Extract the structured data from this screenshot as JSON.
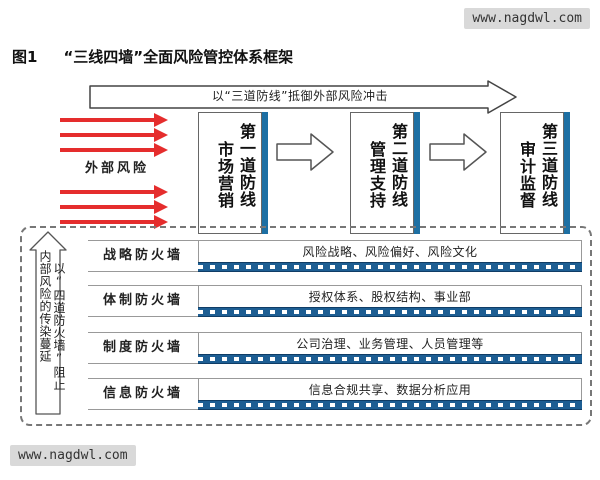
{
  "watermark": {
    "top": "www.nagdwl.com",
    "bottom": "www.nagdwl.com"
  },
  "figure": {
    "number": "图1",
    "title": "“三线四墙”全面风险管控体系框架"
  },
  "top_arrow": {
    "text": "以“三道防线”抵御外部风险冲击"
  },
  "external_risk": {
    "label": "外部风险",
    "arrow_color": "#e52d2d"
  },
  "defense_lines": [
    {
      "title": "第一道防线",
      "sub": "市场营销"
    },
    {
      "title": "第二道防线",
      "sub": "管理支持"
    },
    {
      "title": "第三道防线",
      "sub": "审计监督"
    }
  ],
  "side_note": {
    "line_a": "内部风险的传染蔓延",
    "line_b": "以“四道防火墙”阻止"
  },
  "firewalls": [
    {
      "label": "战略防火墙",
      "desc": "风险战略、风险偏好、风险文化"
    },
    {
      "label": "体制防火墙",
      "desc": "授权体系、股权结构、事业部"
    },
    {
      "label": "制度防火墙",
      "desc": "公司治理、业务管理、人员管理等"
    },
    {
      "label": "信息防火墙",
      "desc": "信息合规共享、数据分析应用"
    }
  ],
  "colors": {
    "accent_blue": "#1d6fa3",
    "brick_blue": "#1d5e93",
    "risk_red": "#e52d2d"
  }
}
